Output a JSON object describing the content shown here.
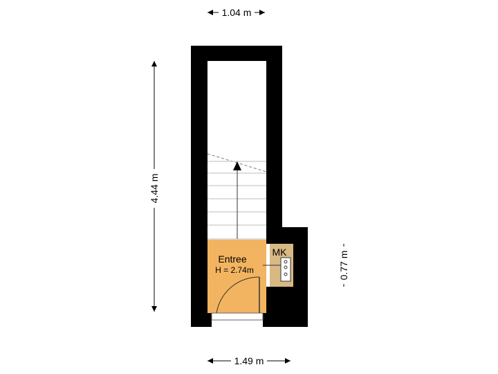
{
  "dimensions": {
    "top_width": "1.04 m",
    "left_height": "4.44 m",
    "right_height": "0.77 m",
    "bottom_width": "1.49 m"
  },
  "rooms": {
    "entrance": {
      "name": "Entree",
      "height": "H = 2.74m",
      "color": "#f2b460"
    },
    "closet": {
      "name": "MK",
      "color": "#d8b984"
    }
  },
  "colors": {
    "wall": "#000000",
    "dimension_line": "#000000",
    "stair_line": "#666666"
  }
}
